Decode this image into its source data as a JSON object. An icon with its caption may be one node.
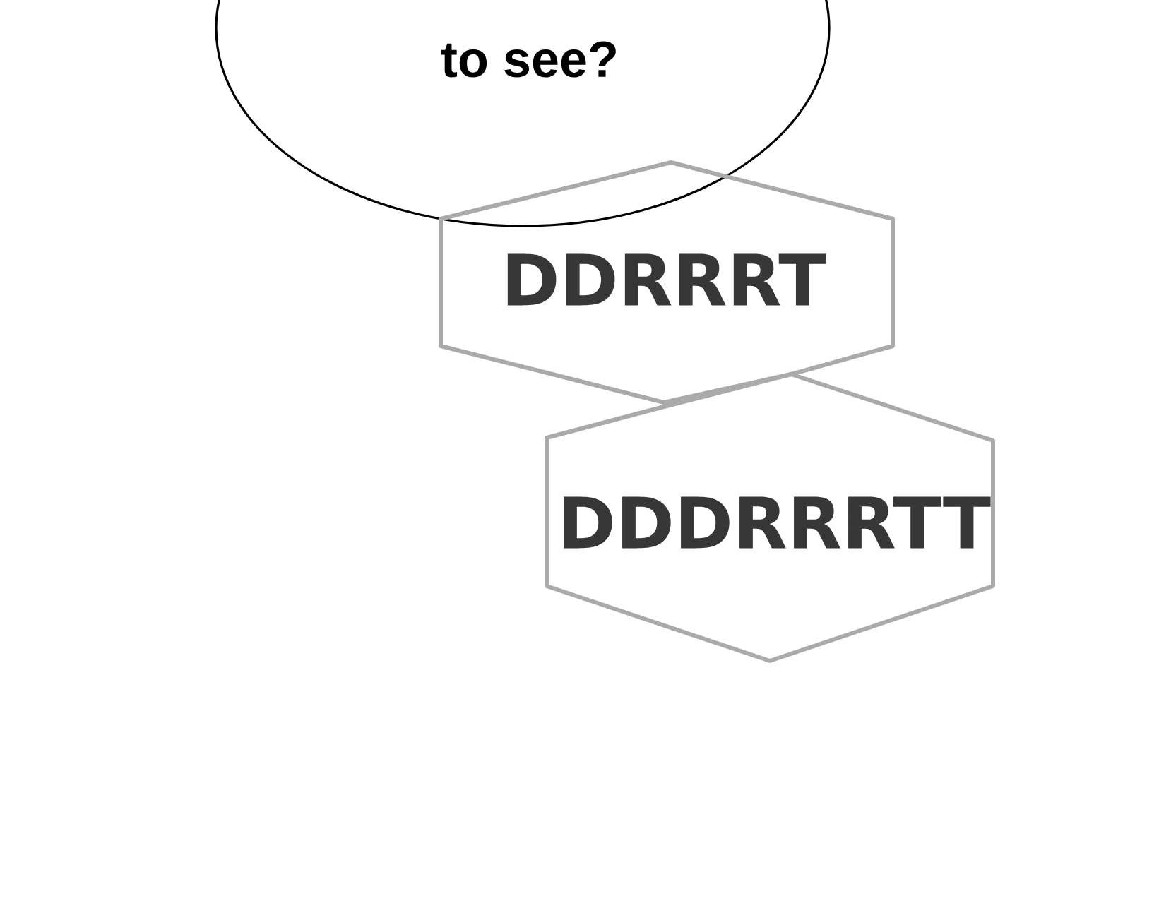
{
  "diagram": {
    "nodes": [
      {
        "text": [
          "to see?"
        ]
      },
      {
        "text": [
          "DDRRRT"
        ]
      },
      {
        "text": [
          "DDDRRRTT"
        ]
      }
    ]
  }
}
